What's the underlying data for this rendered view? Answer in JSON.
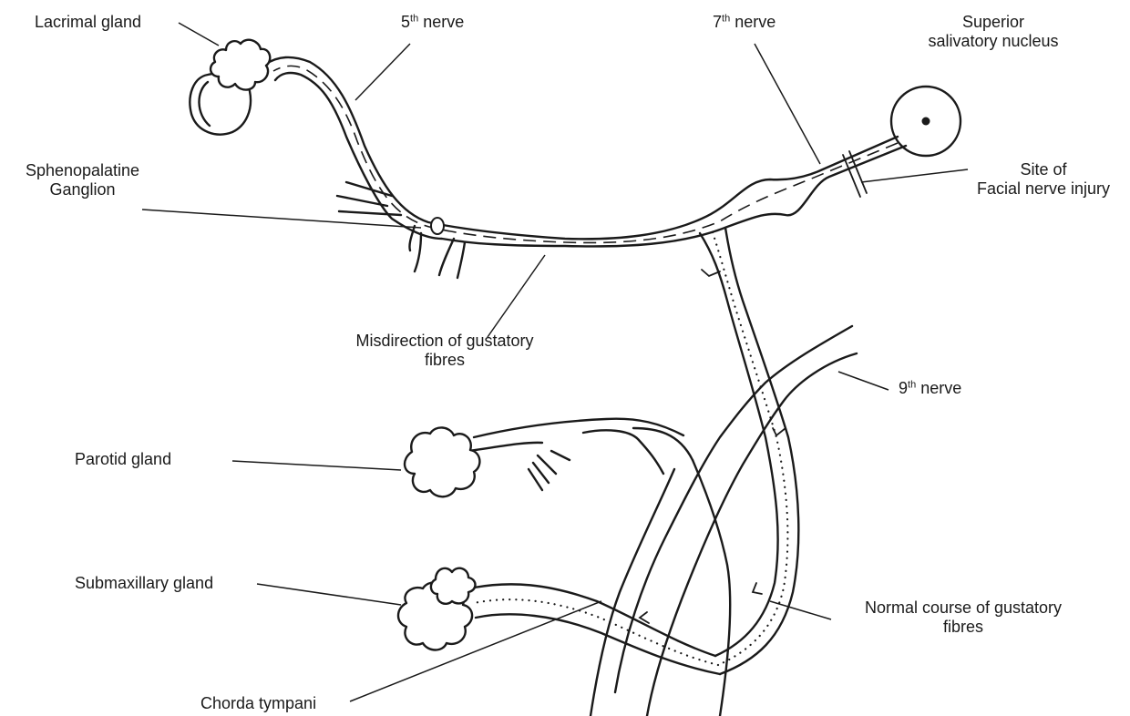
{
  "labels": {
    "lacrimal_gland": "Lacrimal gland",
    "fifth_nerve_num": "5",
    "fifth_nerve_sup": "th",
    "fifth_nerve_word": " nerve",
    "seventh_nerve_num": "7",
    "seventh_nerve_sup": "th",
    "seventh_nerve_word": " nerve",
    "superior_salivatory_line1": "Superior",
    "superior_salivatory_line2": "salivatory nucleus",
    "sphenopalatine_line1": "Sphenopalatine",
    "sphenopalatine_line2": "Ganglion",
    "site_injury_line1": "Site of",
    "site_injury_line2": "Facial nerve injury",
    "misdirection_line1": "Misdirection of gustatory",
    "misdirection_line2": "fibres",
    "ninth_nerve_num": "9",
    "ninth_nerve_sup": "th",
    "ninth_nerve_word": " nerve",
    "parotid_gland": "Parotid gland",
    "submaxillary_gland": "Submaxillary gland",
    "normal_course_line1": "Normal course of gustatory",
    "normal_course_line2": "fibres",
    "chorda_tympani": "Chorda tympani"
  }
}
